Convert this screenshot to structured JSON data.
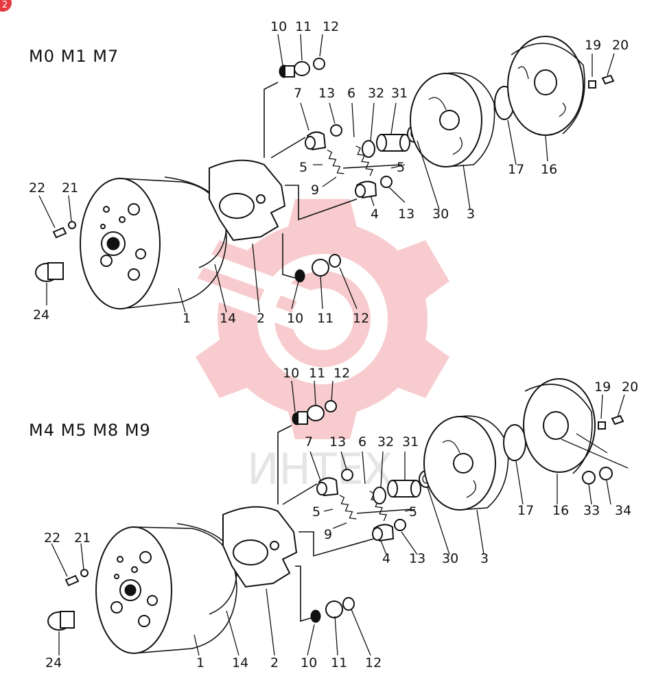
{
  "badge": "2",
  "watermark": {
    "text": "ИНТЕХ",
    "color": "#e53840"
  },
  "top_assembly": {
    "models": "M0 M1 M7",
    "labels": {
      "p10a": "10",
      "p11a": "11",
      "p12a": "12",
      "p7": "7",
      "p13a": "13",
      "p6": "6",
      "p32": "32",
      "p31": "31",
      "p19": "19",
      "p20": "20",
      "p5a": "5",
      "p5b": "5",
      "p9": "9",
      "p4": "4",
      "p13b": "13",
      "p30": "30",
      "p3": "3",
      "p17": "17",
      "p16": "16",
      "p22": "22",
      "p21": "21",
      "p24": "24",
      "p1": "1",
      "p14": "14",
      "p2": "2",
      "p10b": "10",
      "p11b": "11",
      "p12b": "12"
    }
  },
  "bottom_assembly": {
    "models": "M4 M5 M8 M9",
    "labels": {
      "p10a": "10",
      "p11a": "11",
      "p12a": "12",
      "p7": "7",
      "p13a": "13",
      "p6": "6",
      "p32": "32",
      "p31": "31",
      "p19": "19",
      "p20": "20",
      "p5a": "5",
      "p5b": "5",
      "p9": "9",
      "p4": "4",
      "p13b": "13",
      "p30": "30",
      "p3": "3",
      "p17": "17",
      "p16": "16",
      "p33": "33",
      "p34": "34",
      "p22": "22",
      "p21": "21",
      "p24": "24",
      "p1": "1",
      "p14": "14",
      "p2": "2",
      "p10b": "10",
      "p11b": "11",
      "p12b": "12"
    }
  }
}
